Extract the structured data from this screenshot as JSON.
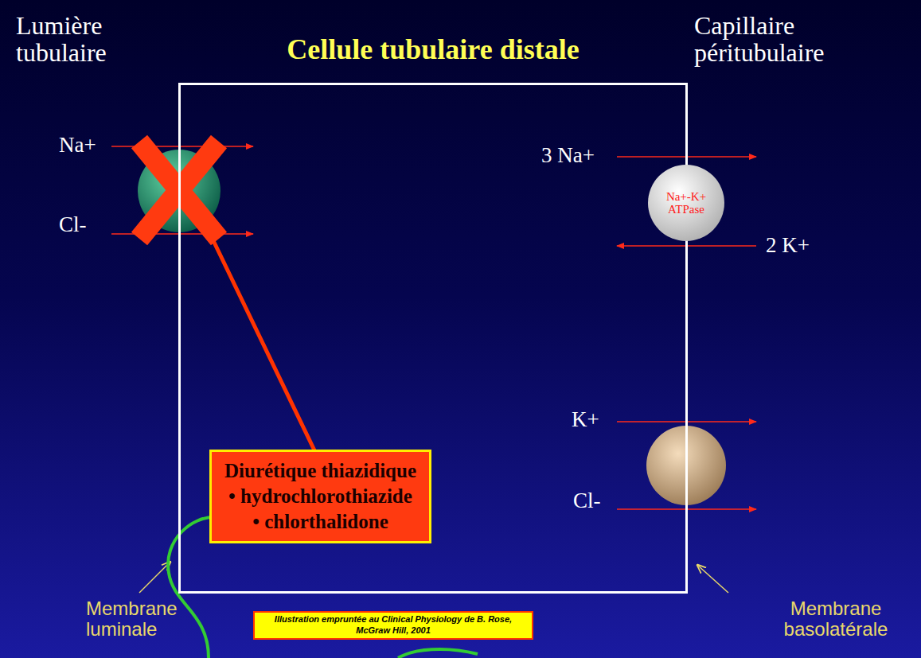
{
  "diagram": {
    "title": "Cellule tubulaire distale",
    "nodes": [
      {
        "text": [
          "Cellule tubulaire distale"
        ]
      },
      {
        "text": [
          "Na+-K+ ATPase"
        ]
      },
      {
        "text": [
          "Diurétique thiazidique",
          "• hydrochlorothiazide",
          "• chlorthalidone"
        ],
        "in": 0
      }
    ],
    "labels": [
      "Lumière tubulaire",
      "Capillaire péritubulaire",
      "Na+",
      "Cl-",
      "3 Na+",
      "2 K+",
      "K+",
      "Cl-",
      "Membrane luminale",
      "Membrane basolatérale",
      "Illustration empruntée au Clinical Physiology de B. Rose, McGraw Hill, 2001"
    ]
  }
}
